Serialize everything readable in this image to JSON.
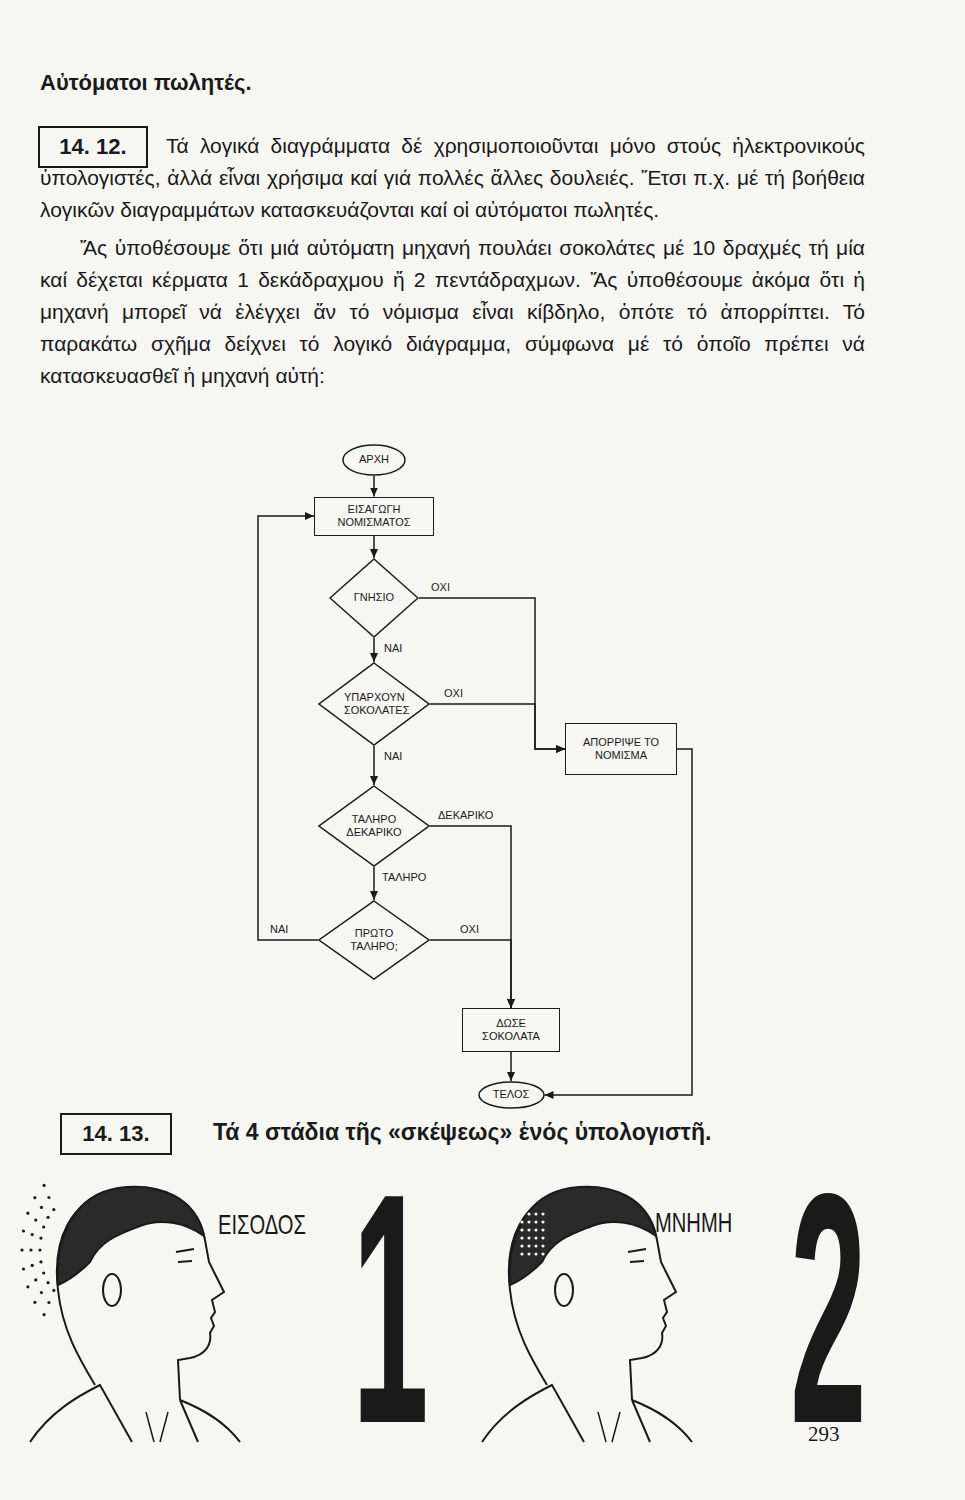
{
  "diagram": {
    "title": "Αὐτόματοι πωλητές.",
    "nodes": [
      {
        "text": [
          "14. 12."
        ]
      },
      {
        "text": [
          "ΑΡΧΗ"
        ]
      },
      {
        "text": [
          "ΕΙΣΑΓΩΓΗ ΝΟΜΙΣΜΑΤΟΣ"
        ]
      },
      {
        "text": [
          "ΓΝΗΣΙΟ"
        ]
      },
      {
        "text": [
          "ΥΠΑΡΧΟΥΝ ΣΟΚΟΛΑΤΕΣ"
        ]
      },
      {
        "text": [
          "ΤΑΛΗΡΟ ΔΕΚΑΡΙΚΟ"
        ]
      },
      {
        "text": [
          "ΠΡΩΤΟ ΤΑΛΗΡΟ;"
        ]
      },
      {
        "text": [
          "ΑΠΟΡΡΙΨΕ ΤΟ ΝΟΜΙΣΜΑ"
        ]
      },
      {
        "text": [
          "ΔΩΣΕ ΣΟΚΟΛΑΤΑ"
        ]
      },
      {
        "text": [
          "ΤΕΛΟΣ"
        ]
      },
      {
        "text": [
          "14. 13."
        ]
      }
    ],
    "edges": [
      {
        "from": 1,
        "to": 2,
        "arrow": "to"
      },
      {
        "from": 2,
        "to": 3,
        "arrow": "to"
      },
      {
        "from": 3,
        "to": 4,
        "label": "ΝΑΙ",
        "arrow": "to"
      },
      {
        "from": 3,
        "to": 7,
        "label": "ΟΧΙ",
        "arrow": "to"
      },
      {
        "from": 4,
        "to": 7,
        "label": "ΟΧΙ",
        "arrow": "to"
      },
      {
        "from": 4,
        "to": 5,
        "label": "ΝΑΙ",
        "arrow": "to"
      },
      {
        "from": 5,
        "to": 8,
        "label": "ΔΕΚΑΡΙΚΟ",
        "arrow": "to"
      },
      {
        "from": 5,
        "to": 6,
        "label": "ΤΑΛΗΡΟ",
        "arrow": "to"
      },
      {
        "from": 6,
        "to": 2,
        "label": "ΝΑΙ",
        "arrow": "to"
      },
      {
        "from": 6,
        "to": 8,
        "label": "ΟΧΙ",
        "arrow": "to"
      },
      {
        "from": 8,
        "to": 9,
        "arrow": "to"
      },
      {
        "from": 7,
        "to": 9,
        "arrow": "to"
      }
    ],
    "labels": [
      "Τά λογικά διαγράμματα δέ χρησιμοποιοῦνται μόνο στούς ἠλεκτρονικούς ὑπολογιστές, ἀλλά εἶναι χρήσιμα καί γιά πολλές ἄλλες δουλειές. Ἔτσι π.χ. μέ τή βοήθεια λογικῶν διαγραμμάτων κατασκευάζονται καί οἱ αὐτόματοι πωλητές.",
      "Ἄς ὑποθέσουμε ὅτι μιά αὐτόματη μηχανή πουλάει σοκολάτες μέ 10 δραχμές τή μία καί δέχεται κέρματα 1 δεκάδραχμου ἤ 2 πεντάδραχμων. Ἄς ὑποθέσουμε ἀκόμα ὅτι ἡ μηχανή μπορεῖ νά ἐλέγχει ἄν τό νόμισμα εἶναι κίβδηλο, ὁπότε τό ἀπορρίπτει. Τό παρακάτω σχῆμα δείχνει τό λογικό διάγραμμα, σύμφωνα μέ τό ὁποῖο πρέπει νά κατασκευασθεῖ ἡ μηχανή αὐτή:",
      "Τά 4 στάδια τῆς «σκέψεως» ἑνός ὑπολογιστῆ.",
      "ΕΙΣΟΔΟΣ",
      "1",
      "ΜΝΗΜΗ",
      "2",
      "293"
    ]
  }
}
